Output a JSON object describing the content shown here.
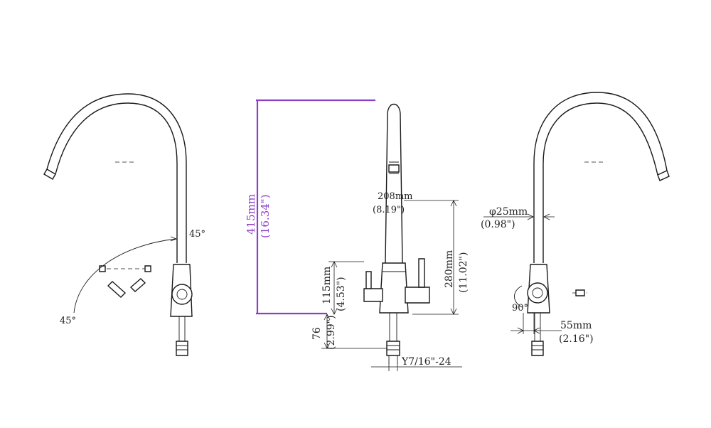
{
  "dimensions": {
    "height_total_mm": "415mm",
    "height_total_in": "(16.34\")",
    "spout_reach_mm": "208mm",
    "spout_reach_in": "(8.19\")",
    "handle_height_mm": "115mm",
    "handle_height_in": "(4.53\")",
    "spout_height_mm": "280mm",
    "spout_height_in": "(11.02\")",
    "shank_length_mm": "76",
    "shank_length_in": "(2.99\")",
    "thread_spec": "Y7/16\"-24",
    "diameter_mm": "φ25mm",
    "diameter_in": "(0.98\")",
    "base_width_mm": "55mm",
    "base_width_in": "(2.16\")",
    "angle_left_upper": "45°",
    "angle_left_lower": "45°",
    "angle_right": "90°"
  },
  "colors": {
    "highlight": "#8b3fc8",
    "line": "#1a1a1a"
  }
}
